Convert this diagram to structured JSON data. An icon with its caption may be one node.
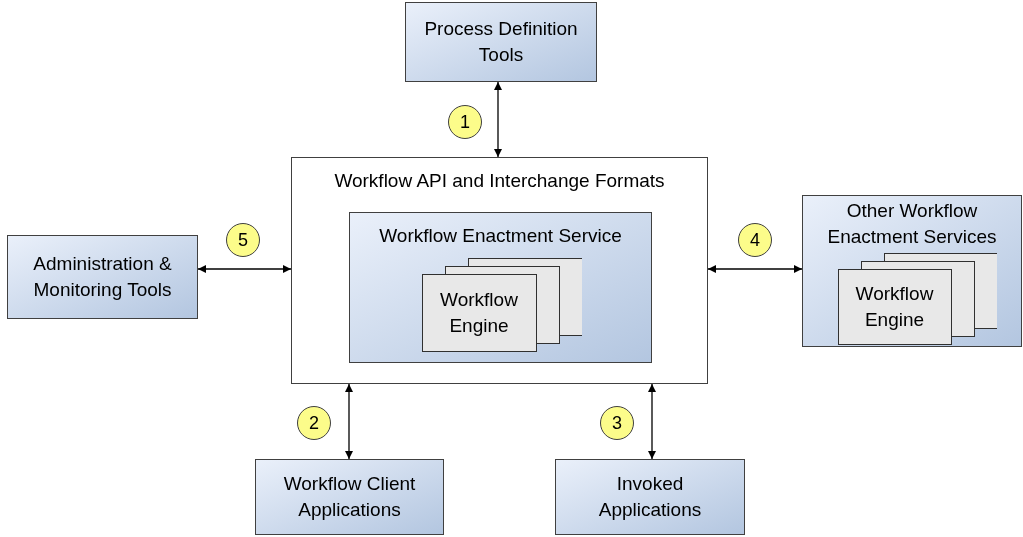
{
  "diagram": {
    "nodes": [
      {
        "text": [
          "Process Definition Tools"
        ]
      },
      {
        "text": [
          "Workflow API and Interchange Formats"
        ]
      },
      {
        "text": [
          "Workflow Enactment Service"
        ],
        "in": 1
      },
      {
        "text": [
          "Workflow Engine"
        ],
        "in": 2
      },
      {
        "text": [
          "Administration & Monitoring Tools"
        ]
      },
      {
        "text": [
          "Other Workflow Enactment Services"
        ]
      },
      {
        "text": [
          "Workflow Engine"
        ],
        "in": 5
      },
      {
        "text": [
          "Workflow Client Applications"
        ]
      },
      {
        "text": [
          "Invoked Applications"
        ]
      },
      {
        "text": [
          "1"
        ]
      },
      {
        "text": [
          "5"
        ]
      },
      {
        "text": [
          "4"
        ]
      },
      {
        "text": [
          "2"
        ]
      },
      {
        "text": [
          "3"
        ]
      }
    ],
    "edges": [
      {
        "from": 0,
        "to": 1,
        "arrow": "both"
      },
      {
        "from": 4,
        "to": 1,
        "arrow": "both"
      },
      {
        "from": 1,
        "to": 5,
        "arrow": "both"
      },
      {
        "from": 1,
        "to": 7,
        "arrow": "both"
      },
      {
        "from": 1,
        "to": 8,
        "arrow": "both"
      }
    ]
  }
}
